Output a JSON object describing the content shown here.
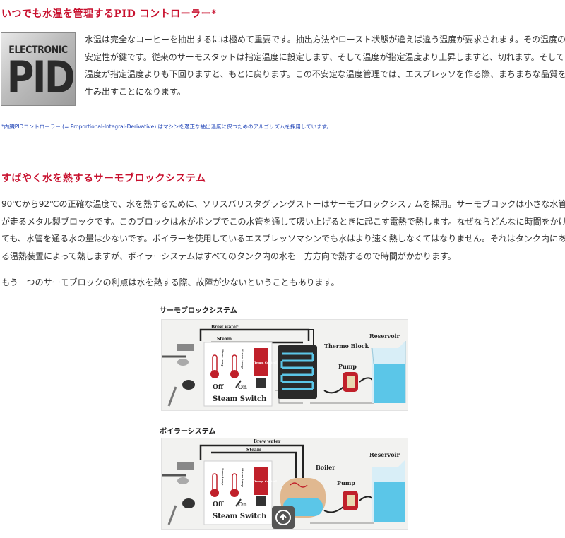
{
  "section1": {
    "title": "いつでも水温を管理するPID コントローラー*",
    "logo": {
      "top_text": "ELECTRONIC",
      "big_text": "PID"
    },
    "lines": [
      "水温は完全なコーヒーを抽出するには極めて重要です。抽出方法やロースト状態が違えば違う温度が要求されます。その温度の",
      "安定性が鍵です。従来のサーモスタットは指定温度に設定します、そして温度が指定温度より上昇しますと、切れます。そして",
      "温度が指定温度よりも下回りますと、もとに戻ります。この不安定な温度管理では、エスプレッソを作る際、まちまちな品質を",
      "生み出すことになります。"
    ],
    "note": "*内臓PIDコントローラー (= Proportional-Integral-Derivative) はマシンを適正な抽出温度に保つためのアルゴリズムを採用しています。"
  },
  "section2": {
    "title": "すばやく水を熱するサーモブロックシステム",
    "lines": [
      "90℃から92℃の正確な温度で、水を熱するために、ソリスバリスタグラングストーはサーモブロックシステムを採用。サーモブロックは小さな水管",
      "が走るメタル製ブロックです。このブロックは水がポンプでこの水管を通して吸い上げるときに起こす電熱で熱します。なぜならどんなに時間をかけ",
      "ても、水管を通る水の量は少ないです。ボイラーを使用しているエスプレッソマシンでも水はより速く熱しなくてはなりません。それはタンク内にあ",
      "る温熱装置によって熱しますが、ボイラーシステムはすべてのタンク内の水を一方方向で熱するので時間がかかります。"
    ],
    "para2": "もう一つのサーモブロックの利点は水を熱する際、故障が少ないということもあります。"
  },
  "diagram1": {
    "label": "サーモブロックシステム",
    "brew_water": "Brew water",
    "steam": "Steam",
    "heater": "Thermo Block",
    "reservoir": "Reservoir",
    "pump": "Pump",
    "off": "Off",
    "on": "On",
    "switch": "Steam Switch",
    "temp": "Temp. Control",
    "gauge1": "Brew temp",
    "gauge2": "Steam temp"
  },
  "diagram2": {
    "label": "ボイラーシステム",
    "brew_water": "Brew water",
    "steam": "Steam",
    "heater": "Boiler",
    "reservoir": "Reservoir",
    "pump": "Pump",
    "off": "Off",
    "on": "On",
    "switch": "Steam Switch",
    "temp": "Temp. Control",
    "gauge1": "Brew temp",
    "gauge2": "Steam temp"
  },
  "colors": {
    "heading": "#c8102e",
    "note": "#1a3fb5",
    "water": "#5bc6e8",
    "gauge_red": "#c0202a"
  },
  "icons": {
    "scroll_top": "arrow-up-circle-icon"
  }
}
